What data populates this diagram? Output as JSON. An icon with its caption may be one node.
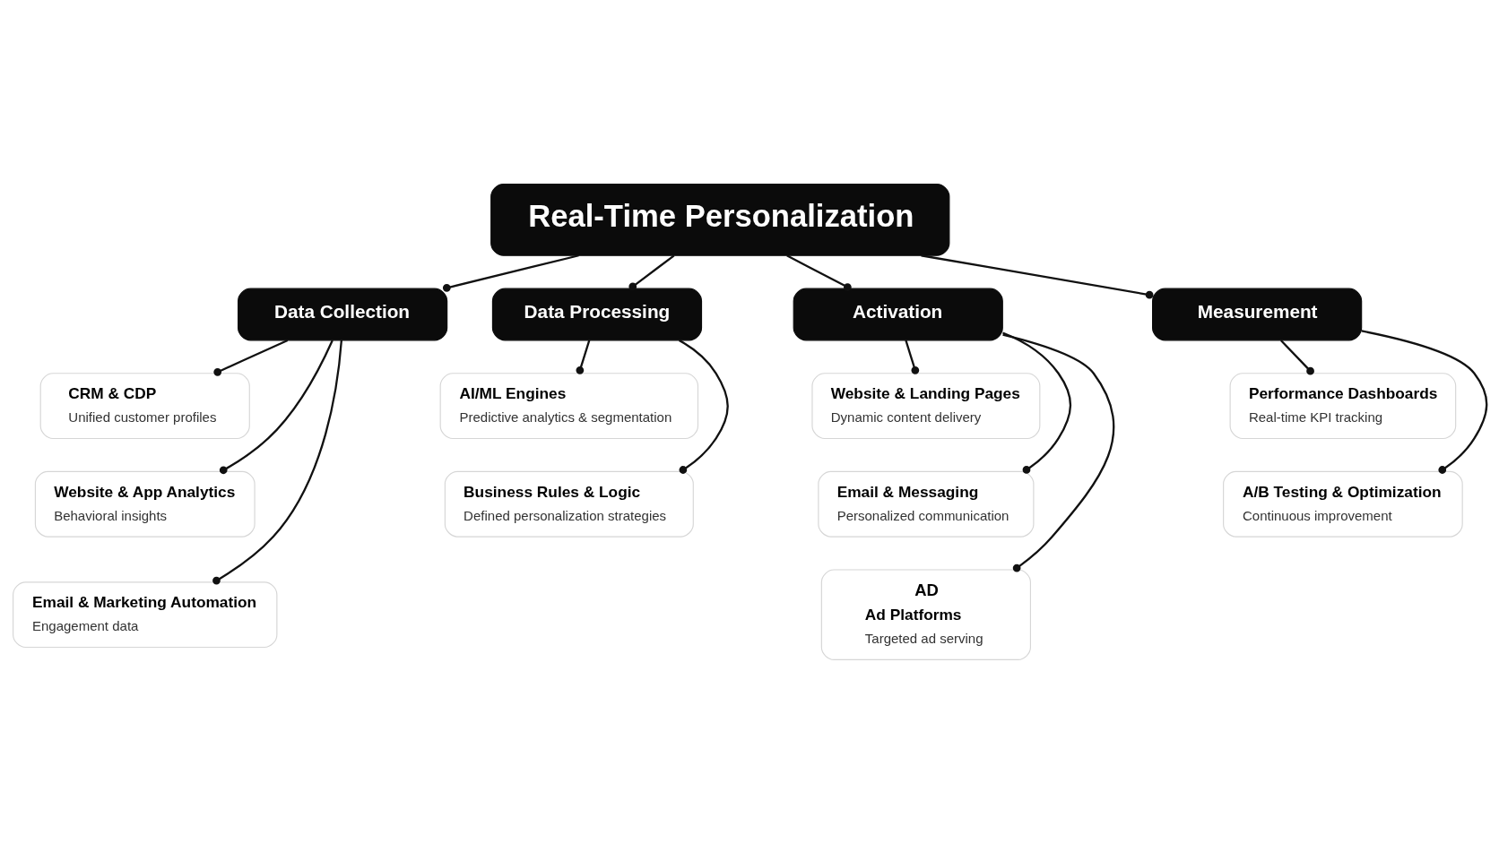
{
  "diagram": {
    "nodes": [
      {
        "text": [
          "Real-Time Personalization"
        ]
      },
      {
        "text": [
          "Data Collection"
        ]
      },
      {
        "text": [
          "Data Processing"
        ]
      },
      {
        "text": [
          "Activation"
        ]
      },
      {
        "text": [
          "Measurement"
        ]
      },
      {
        "text": [
          "CRM & CDP",
          "Unified customer profiles"
        ]
      },
      {
        "text": [
          "Website & App Analytics",
          "Behavioral insights"
        ]
      },
      {
        "text": [
          "Email & Marketing Automation",
          "Engagement data"
        ]
      },
      {
        "text": [
          "AI/ML Engines",
          "Predictive analytics & segmentation"
        ]
      },
      {
        "text": [
          "Business Rules & Logic",
          "Defined personalization strategies"
        ]
      },
      {
        "text": [
          "Website & Landing Pages",
          "Dynamic content delivery"
        ]
      },
      {
        "text": [
          "Email & Messaging",
          "Personalized communication"
        ]
      },
      {
        "text": [
          "AD",
          "Ad Platforms",
          "Targeted ad serving"
        ]
      },
      {
        "text": [
          "Performance Dashboards",
          "Real-time KPI tracking"
        ]
      },
      {
        "text": [
          "A/B Testing & Optimization",
          "Continuous improvement"
        ]
      }
    ],
    "edges": [
      {
        "from": 0,
        "to": 1,
        "arrow": "other"
      },
      {
        "from": 0,
        "to": 2,
        "arrow": "other"
      },
      {
        "from": 0,
        "to": 3,
        "arrow": "other"
      },
      {
        "from": 0,
        "to": 4,
        "arrow": "other"
      },
      {
        "from": 1,
        "to": 5,
        "arrow": "other"
      },
      {
        "from": 1,
        "to": 6,
        "arrow": "other"
      },
      {
        "from": 1,
        "to": 7,
        "arrow": "other"
      },
      {
        "from": 2,
        "to": 8,
        "arrow": "other"
      },
      {
        "from": 2,
        "to": 9,
        "arrow": "other"
      },
      {
        "from": 3,
        "to": 10,
        "arrow": "other"
      },
      {
        "from": 3,
        "to": 11,
        "arrow": "other"
      },
      {
        "from": 3,
        "to": 12,
        "arrow": "other"
      },
      {
        "from": 4,
        "to": 13,
        "arrow": "other"
      },
      {
        "from": 4,
        "to": 14,
        "arrow": "other"
      }
    ]
  }
}
